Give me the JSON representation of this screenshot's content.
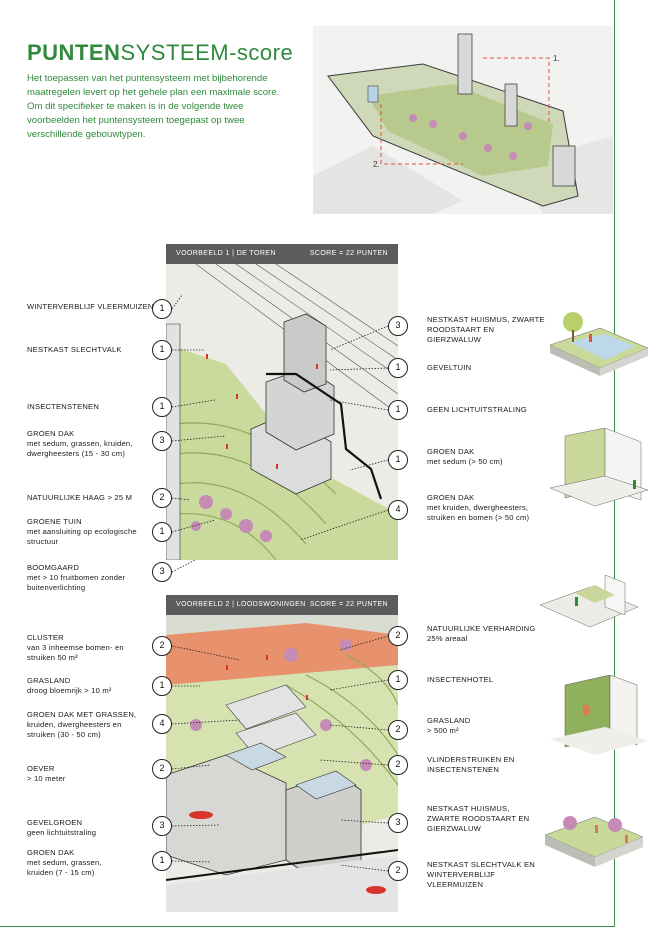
{
  "title": {
    "bold": "PUNTEN",
    "light": "SYSTEEM-score"
  },
  "intro": "Het toepassen van het puntensysteem met bijbehorende maatregelen levert op het gehele plan een maximale score. Om dit specifieker te maken is in de volgende twee voorbeelden het puntensysteem toegepast op twee verschillende gebouwtypen.",
  "hero": {
    "label1": "1.",
    "label2": "2."
  },
  "example1": {
    "header": "VOORBEELD 1 | DE TOREN",
    "score": "SCORE = 22 PUNTEN",
    "left": [
      {
        "title": "WINTERVERBLIJF VLEERMUIZEN",
        "sub": "",
        "points": "1"
      },
      {
        "title": "NESTKAST SLECHTVALK",
        "sub": "",
        "points": "1"
      },
      {
        "title": "INSECTENSTENEN",
        "sub": "",
        "points": "1"
      },
      {
        "title": "GROEN DAK",
        "sub": "met sedum, grassen, kruiden, dwergheesters (15 - 30 cm)",
        "points": "3"
      },
      {
        "title": "NATUURLIJKE HAAG > 25 m",
        "sub": "",
        "points": "2"
      },
      {
        "title": "GROENE TUIN",
        "sub": "met aansluiting op ecologische structuur",
        "points": "1"
      },
      {
        "title": "BOOMGAARD",
        "sub": "met > 10 fruitbomen zonder buitenverlichting",
        "points": "3"
      }
    ],
    "right": [
      {
        "title": "NESTKAST HUISMUS, ZWARTE ROODSTAART EN GIERZWALUW",
        "sub": "",
        "points": "3"
      },
      {
        "title": "GEVELTUIN",
        "sub": "",
        "points": "1"
      },
      {
        "title": "GEEN LICHTUITSTRALING",
        "sub": "",
        "points": "1"
      },
      {
        "title": "GROEN DAK",
        "sub": "met sedum (> 50 cm)",
        "points": "1"
      },
      {
        "title": "GROEN DAK",
        "sub": "met kruiden, dwergheesters, struiken en bomen (> 50 cm)",
        "points": "4"
      }
    ]
  },
  "example2": {
    "header": "VOORBEELD 2 | LOODSWONINGEN",
    "score": "SCORE = 22 PUNTEN",
    "left": [
      {
        "title": "CLUSTER",
        "sub": "van 3 inheemse bomen- en struiken 50 m²",
        "points": "2"
      },
      {
        "title": "GRASLAND",
        "sub": "droog bloemrijk > 10 m²",
        "points": "1"
      },
      {
        "title": "GROEN DAK met grassen,",
        "sub": "kruiden, dwergheesters en struiken (30 - 50 cm)",
        "points": "4"
      },
      {
        "title": "OEVER",
        "sub": "> 10 meter",
        "points": "2"
      },
      {
        "title": "GEVELGROEN",
        "sub": "geen lichtuitstraling",
        "points": "3"
      },
      {
        "title": "GROEN DAK",
        "sub": "met sedum, grassen, kruiden (7 - 15 cm)",
        "points": "1"
      }
    ],
    "right": [
      {
        "title": "NATUURLIJKE VERHARDING",
        "sub": "25% areaal",
        "points": "2"
      },
      {
        "title": "INSECTENHOTEL",
        "sub": "",
        "points": "1"
      },
      {
        "title": "GRASLAND",
        "sub": "> 500 m²",
        "points": "2"
      },
      {
        "title": "VLINDERSTRUIKEN EN INSECTENSTENEN",
        "sub": "",
        "points": "2"
      },
      {
        "title": "NESTKAST HUISMUS, ZWARTE ROODSTAART EN GIERZWALUW",
        "sub": "",
        "points": "3"
      },
      {
        "title": "NESTKAST SLECHTVALK EN WINTERVERBLIJF VLEERMUIZEN",
        "sub": "",
        "points": "2"
      }
    ]
  },
  "colors": {
    "accent": "#2f8a3b",
    "bar": "#5c5c5c",
    "green_roof": "#b9cf86",
    "tree": "#c58bb5",
    "path": "#e07a4e"
  }
}
